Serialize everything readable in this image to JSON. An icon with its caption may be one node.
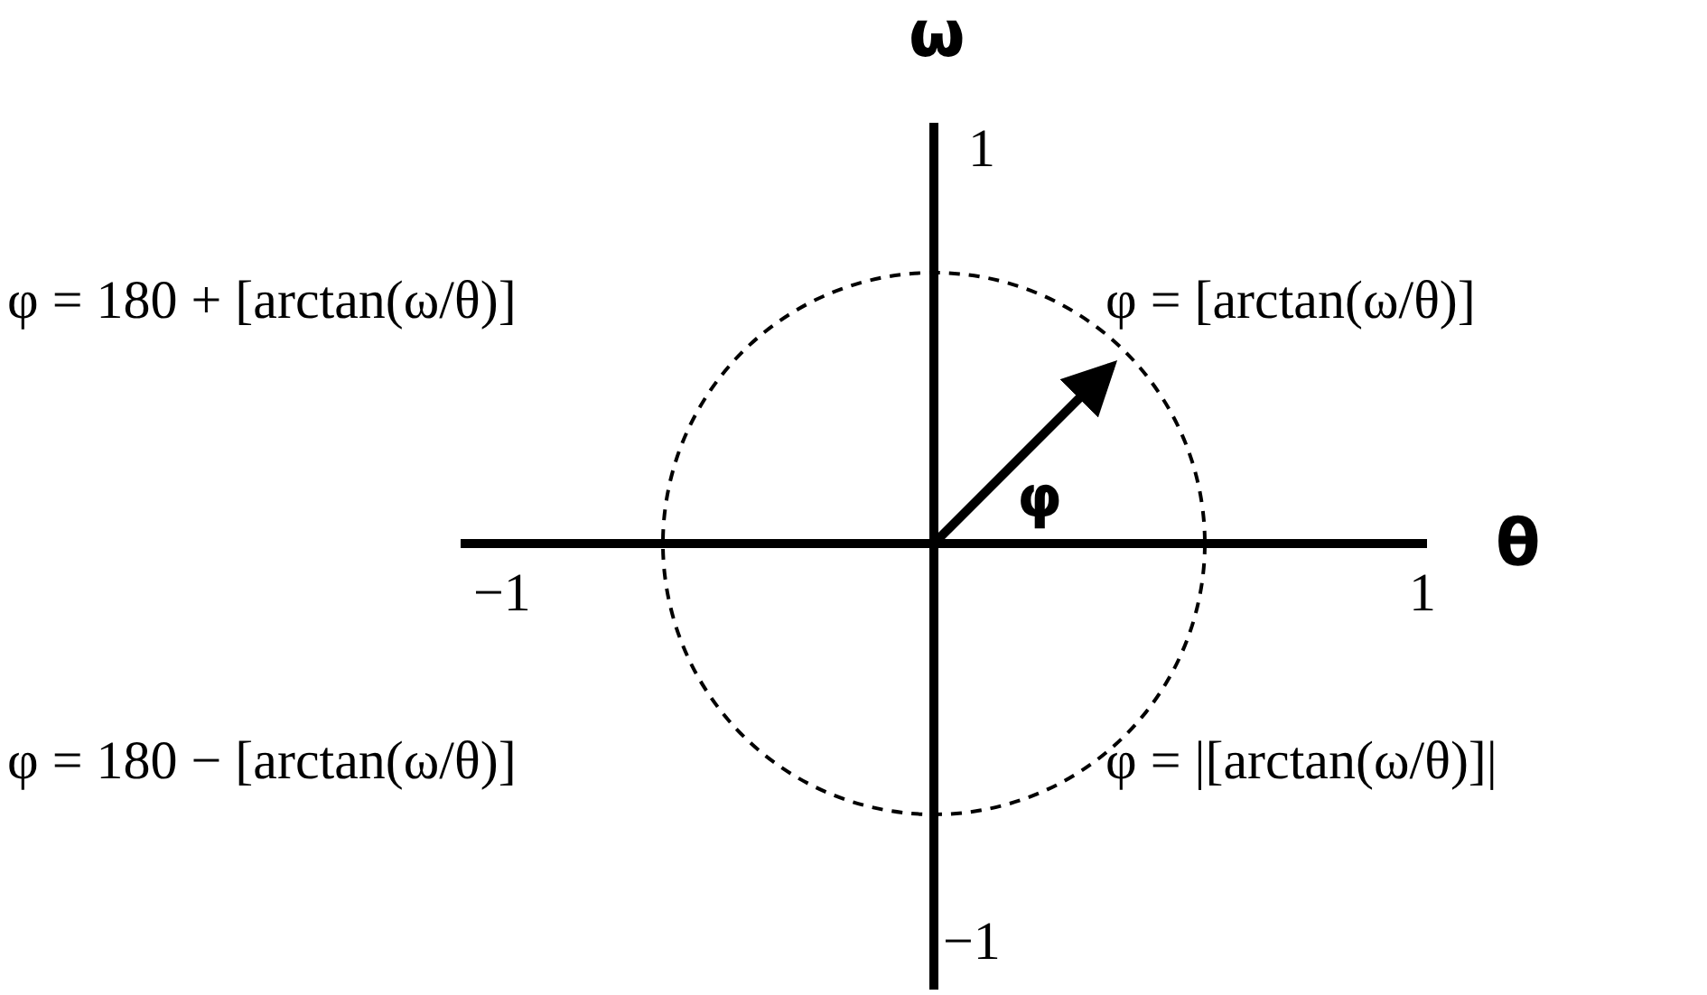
{
  "diagram": {
    "labels": [
      "ω",
      "1",
      "φ = 180 + [arctan(ω/θ)]",
      "φ = [arctan(ω/θ)]",
      "φ",
      "θ",
      "−1",
      "1",
      "φ = 180 − [arctan(ω/θ)]",
      "φ = |[arctan(ω/θ)]|",
      "−1"
    ]
  }
}
